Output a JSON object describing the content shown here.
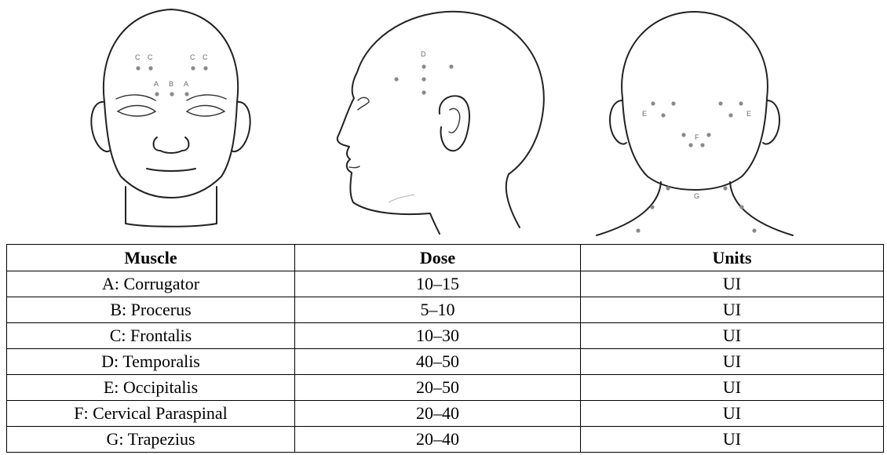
{
  "figure": {
    "front_labels": [
      "C",
      "C",
      "C",
      "C",
      "A",
      "B",
      "A"
    ],
    "side_labels": [
      "D"
    ],
    "back_labels": [
      "E",
      "E",
      "F",
      "G"
    ]
  },
  "table": {
    "headers": [
      "Muscle",
      "Dose",
      "Units"
    ],
    "rows": [
      [
        "A: Corrugator",
        "10–15",
        "UI"
      ],
      [
        "B: Procerus",
        "5–10",
        "UI"
      ],
      [
        "C: Frontalis",
        "10–30",
        "UI"
      ],
      [
        "D: Temporalis",
        "40–50",
        "UI"
      ],
      [
        "E: Occipitalis",
        "20–50",
        "UI"
      ],
      [
        "F: Cervical Paraspinal",
        "20–40",
        "UI"
      ],
      [
        "G: Trapezius",
        "20–40",
        "UI"
      ]
    ]
  }
}
